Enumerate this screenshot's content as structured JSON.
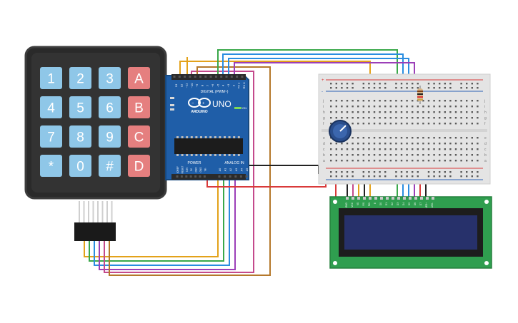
{
  "keypad": {
    "rows": [
      [
        "1",
        "2",
        "3",
        "A"
      ],
      [
        "4",
        "5",
        "6",
        "B"
      ],
      [
        "7",
        "8",
        "9",
        "C"
      ],
      [
        "*",
        "0",
        "#",
        "D"
      ]
    ],
    "colors": {
      "digit": "#8fc7e8",
      "letter": "#e57f7f",
      "body": "#2a2a2a",
      "border": "#3c3c3c"
    }
  },
  "arduino": {
    "logo_text": "UNO",
    "brand": "ARDUINO",
    "digital_label": "DIGITAL (PWM~)",
    "power_label": "POWER",
    "analog_label": "ANALOG IN",
    "on_label": "ON",
    "digital_pins": [
      "13",
      "12",
      "~11",
      "~10",
      "~9",
      "8",
      "7",
      "~6",
      "~5",
      "4",
      "~3",
      "2",
      "TX 1",
      "RX 0"
    ],
    "power_pins": [
      "IOREF",
      "RESET",
      "3.3V",
      "5V",
      "GND",
      "GND",
      "Vin"
    ],
    "analog_pins": [
      "A0",
      "A1",
      "A2",
      "A3",
      "A4",
      "A5"
    ],
    "colors": {
      "board": "#1f5ea8",
      "edge": "#17497f"
    }
  },
  "breadboard": {
    "row_letters_top": [
      "j",
      "i",
      "h",
      "g",
      "f"
    ],
    "row_letters_bottom": [
      "e",
      "d",
      "c",
      "b",
      "a"
    ],
    "rail_plus": "+",
    "rail_minus": "-"
  },
  "lcd": {
    "pin_labels": [
      "GND",
      "VCC",
      "V0",
      "RS",
      "RW",
      "E",
      "D0",
      "D1",
      "D2",
      "D3",
      "D4",
      "D5",
      "D6",
      "D7",
      "LED+",
      "LED-"
    ],
    "colors": {
      "pcb": "#2f9e4f",
      "bezel": "#1d1d1d",
      "screen": "#27316b"
    }
  },
  "wire_colors": [
    "#e3a21a",
    "#3aa84a",
    "#2a8de0",
    "#9c3fb8",
    "#c44a8c",
    "#b5782b",
    "#d93a3a",
    "#222222"
  ]
}
